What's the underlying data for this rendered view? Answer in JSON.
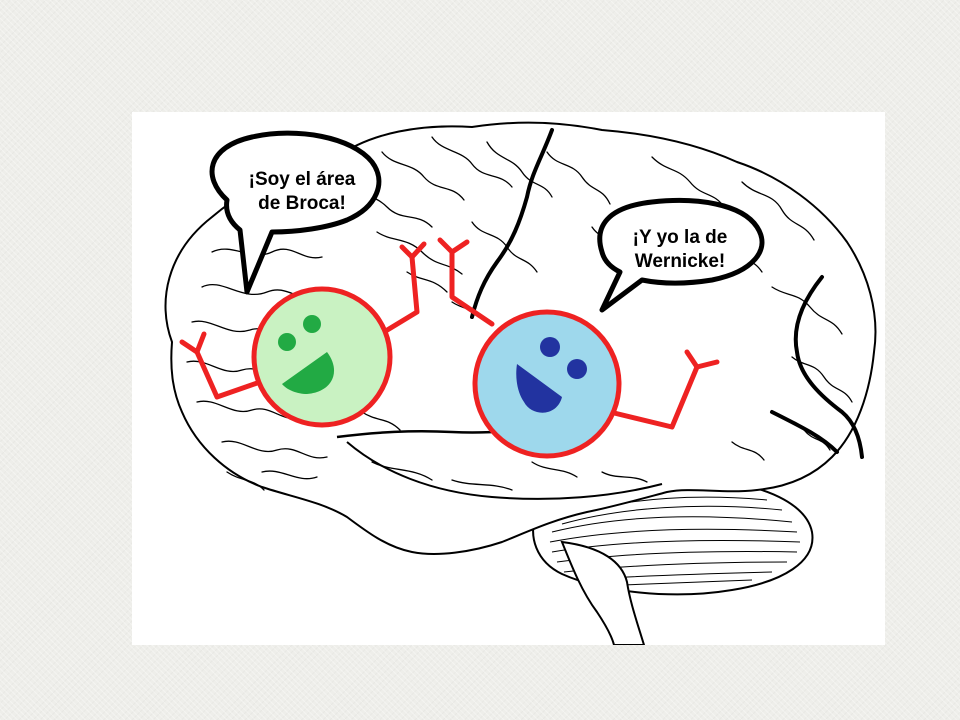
{
  "slide": {
    "background_color": "#eeeeea"
  },
  "illustration": {
    "frame_color": "#ffffff",
    "brain_outline_color": "#000000",
    "broca": {
      "speech_line_1": "¡Soy el área",
      "speech_line_2": "de Broca!",
      "face_fill": "#c9f2c2",
      "feature_color": "#22aa44",
      "outline_color": "#ee2222"
    },
    "wernicke": {
      "speech_line_1": "¡Y yo la de",
      "speech_line_2": "Wernicke!",
      "face_fill": "#9ed8ec",
      "feature_color": "#2233a0",
      "outline_color": "#ee2222"
    }
  }
}
